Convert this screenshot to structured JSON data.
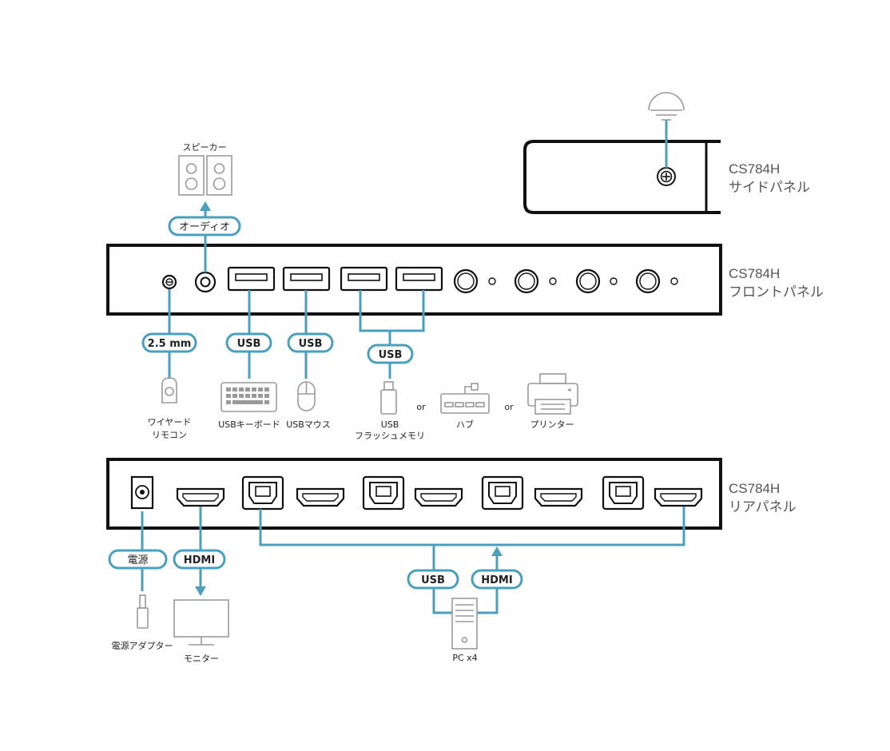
{
  "panels": {
    "side": {
      "model": "CS784H",
      "name": "サイドパネル"
    },
    "front": {
      "model": "CS784H",
      "name": "フロントパネル"
    },
    "rear": {
      "model": "CS784H",
      "name": "リアパネル"
    }
  },
  "pills": {
    "audio": "オーディオ",
    "remote": "2.5 mm",
    "usb_kb": "USB",
    "usb_mouse": "USB",
    "usb_ports": "USB",
    "power": "電源",
    "hdmi_out": "HDMI",
    "usb_pc": "USB",
    "hdmi_pc": "HDMI"
  },
  "devices": {
    "speaker": "スピーカー",
    "remote_line1": "ワイヤード",
    "remote_line2": "リモコン",
    "keyboard": "USBキーボード",
    "mouse": "USBマウス",
    "flash_line1": "USB",
    "flash_line2": "フラッシュメモリ",
    "or1": "or",
    "hub": "ハブ",
    "or2": "or",
    "printer": "プリンター",
    "adapter": "電源アダプター",
    "monitor": "モニター",
    "pc": "PC x4"
  },
  "colors": {
    "accent": "#4a9fbc",
    "panel_border": "#111111",
    "device_gray": "#9a9a9a"
  }
}
